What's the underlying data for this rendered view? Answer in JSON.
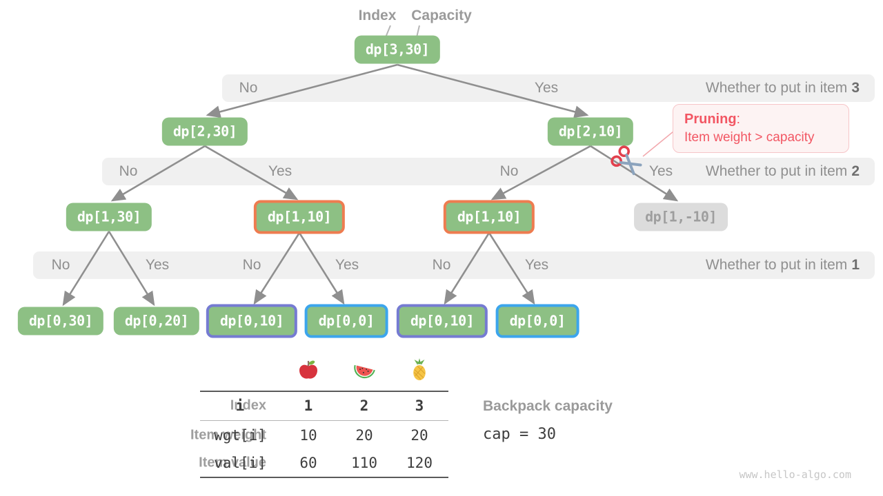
{
  "header": {
    "index_label": "Index",
    "capacity_label": "Capacity"
  },
  "nodes": [
    {
      "label": "dp[3,30]"
    },
    {
      "label": "dp[2,30]"
    },
    {
      "label": "dp[2,10]"
    },
    {
      "label": "dp[1,30]"
    },
    {
      "label": "dp[1,10]"
    },
    {
      "label": "dp[1,10]"
    },
    {
      "label": "dp[1,-10]"
    },
    {
      "label": "dp[0,30]"
    },
    {
      "label": "dp[0,20]"
    },
    {
      "label": "dp[0,10]"
    },
    {
      "label": "dp[0,0]"
    },
    {
      "label": "dp[0,10]"
    },
    {
      "label": "dp[0,0]"
    }
  ],
  "decision_bars": [
    {
      "question": "Whether to put in item",
      "item_number": "3",
      "labels": [
        "No",
        "Yes"
      ]
    },
    {
      "question": "Whether to put in item",
      "item_number": "2",
      "labels": [
        "No",
        "Yes",
        "No",
        "Yes"
      ]
    },
    {
      "question": "Whether to put in item",
      "item_number": "1",
      "labels": [
        "No",
        "Yes",
        "No",
        "Yes",
        "No",
        "Yes"
      ]
    }
  ],
  "pruning": {
    "title": "Pruning",
    "colon": ":",
    "description": "Item weight > capacity"
  },
  "table": {
    "fruit_icons": [
      "apple-icon",
      "watermelon-icon",
      "pineapple-icon"
    ],
    "rows": [
      {
        "label": "Index",
        "header": "i",
        "values": [
          "1",
          "2",
          "3"
        ]
      },
      {
        "label": "Item weight",
        "header": "wgt[i]",
        "values": [
          "10",
          "20",
          "20"
        ]
      },
      {
        "label": "Item value",
        "header": "val[i]",
        "values": [
          "60",
          "110",
          "120"
        ]
      }
    ]
  },
  "capacity_info": {
    "label": "Backpack capacity",
    "value": "cap = 30"
  },
  "watermark": "www.hello-algo.com",
  "colors": {
    "node_green": "#8dc084",
    "highlight_orange": "#ee7c50",
    "highlight_purple": "#757bd2",
    "highlight_blue": "#3ca5ec",
    "pruning_red": "#f25663",
    "bar_gray": "#f0f0f0",
    "edge_gray": "#8f8f8f"
  }
}
